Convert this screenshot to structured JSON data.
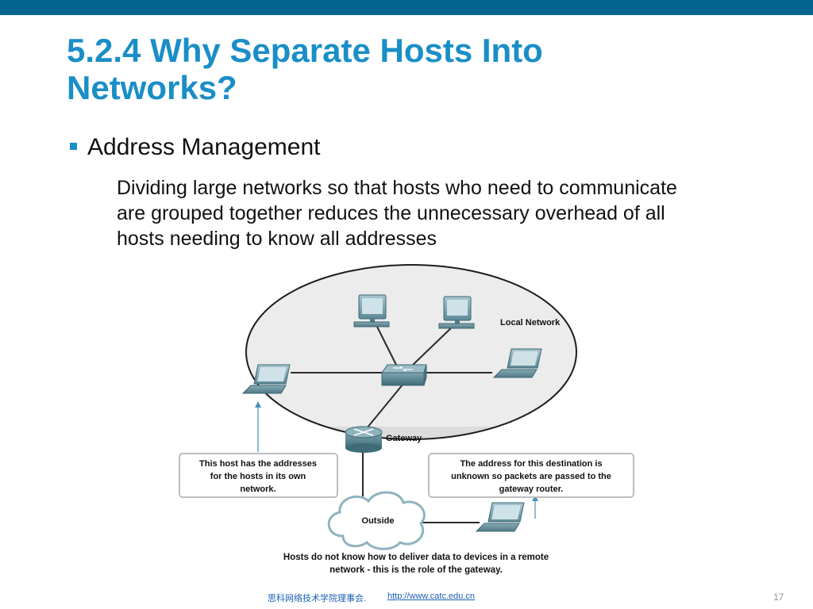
{
  "slide": {
    "title_lines": [
      "5.2.4 Why Separate Hosts Into",
      "Networks?"
    ],
    "bullet_heading": "Address Management",
    "body_lines": [
      "Dividing large networks so that hosts who need to communicate",
      "are grouped together reduces the unnecessary overhead of all",
      "hosts needing to know all addresses"
    ],
    "accent_color": "#1a8ec7",
    "topbar_color": "#00648e"
  },
  "diagram": {
    "local_network_label": "Local Network",
    "gateway_label": "Gateway",
    "outside_label": "Outside",
    "left_callout_lines": [
      "This host has the addresses",
      "for the hosts in its own",
      "network."
    ],
    "right_callout_lines": [
      "The address for this destination is",
      "unknown so packets are passed to the",
      "gateway router."
    ],
    "caption_lines": [
      "Hosts do not know how to deliver data to devices in a remote",
      "network - this is the role of the gateway."
    ],
    "icons": [
      "desktop-computer-icon",
      "laptop-icon",
      "switch-icon",
      "router-icon",
      "cloud-icon"
    ]
  },
  "footer": {
    "organization": "思科网络技术学院理事会.",
    "url": "http://www.catc.edu.cn",
    "page_number": "17"
  }
}
